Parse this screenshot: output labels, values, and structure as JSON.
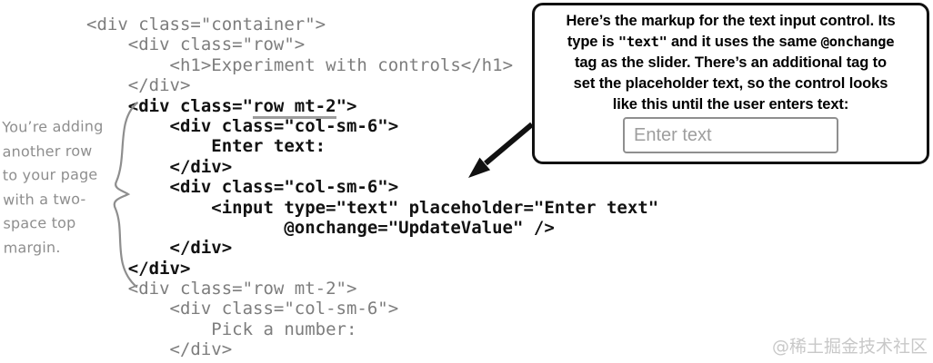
{
  "code": {
    "lines": [
      {
        "indent": 0,
        "bold": false,
        "segments": [
          {
            "text": "<div class=\"container\">"
          }
        ]
      },
      {
        "indent": 4,
        "bold": false,
        "segments": [
          {
            "text": "<div class=\"row\">"
          }
        ]
      },
      {
        "indent": 8,
        "bold": false,
        "segments": [
          {
            "text": "<h1>Experiment with controls</h1>"
          }
        ]
      },
      {
        "indent": 4,
        "bold": false,
        "segments": [
          {
            "text": "</div>"
          }
        ]
      },
      {
        "indent": 4,
        "bold": true,
        "segments": [
          {
            "text": "<div class=\""
          },
          {
            "text": "row mt-2",
            "underline": true
          },
          {
            "text": "\">"
          }
        ]
      },
      {
        "indent": 8,
        "bold": true,
        "segments": [
          {
            "text": "<div class=\"col-sm-6\">"
          }
        ]
      },
      {
        "indent": 12,
        "bold": true,
        "segments": [
          {
            "text": "Enter text:"
          }
        ]
      },
      {
        "indent": 8,
        "bold": true,
        "segments": [
          {
            "text": "</div>"
          }
        ]
      },
      {
        "indent": 8,
        "bold": true,
        "segments": [
          {
            "text": "<div class=\"col-sm-6\">"
          }
        ]
      },
      {
        "indent": 12,
        "bold": true,
        "segments": [
          {
            "text": "<input type=\"text\" placeholder=\"Enter text\""
          }
        ]
      },
      {
        "indent": 19,
        "bold": true,
        "segments": [
          {
            "text": "@onchange=\"UpdateValue\" />"
          }
        ]
      },
      {
        "indent": 8,
        "bold": true,
        "segments": [
          {
            "text": "</div>"
          }
        ]
      },
      {
        "indent": 4,
        "bold": true,
        "segments": [
          {
            "text": "</div>"
          }
        ]
      },
      {
        "indent": 4,
        "bold": false,
        "segments": [
          {
            "text": "<div class=\"row mt-2\">"
          }
        ]
      },
      {
        "indent": 8,
        "bold": false,
        "segments": [
          {
            "text": "<div class=\"col-sm-6\">"
          }
        ]
      },
      {
        "indent": 12,
        "bold": false,
        "segments": [
          {
            "text": "Pick a number:"
          }
        ]
      },
      {
        "indent": 8,
        "bold": false,
        "segments": [
          {
            "text": "</div>"
          }
        ]
      }
    ]
  },
  "margin_note": {
    "lines": [
      "You’re adding",
      "another row",
      "to your page",
      "with a two-",
      "space top",
      "margin."
    ]
  },
  "callout": {
    "lines": [
      [
        {
          "text": "Here’s the markup for the text input control. Its"
        }
      ],
      [
        {
          "text": "type is "
        },
        {
          "text": "\"text\"",
          "mono": true
        },
        {
          "text": " and it uses the same "
        },
        {
          "text": "@onchange",
          "mono": true
        }
      ],
      [
        {
          "text": "tag as the slider. There’s an additional tag to"
        }
      ],
      [
        {
          "text": "set the placeholder text, so the control looks"
        }
      ],
      [
        {
          "text": "like this until the user enters text:"
        }
      ]
    ],
    "input_placeholder": "Enter text"
  },
  "watermark": {
    "text": "@稀土掘金技术社区"
  },
  "colors": {
    "code_gray": "#7d7d7d",
    "code_bold": "#121212",
    "underline": "#9c9c9c",
    "note_gray": "#8e8e8e",
    "box_border": "#111111",
    "input_border": "#8f8f8f",
    "placeholder": "#9e9e9e",
    "watermark": "#c8c8c8"
  }
}
